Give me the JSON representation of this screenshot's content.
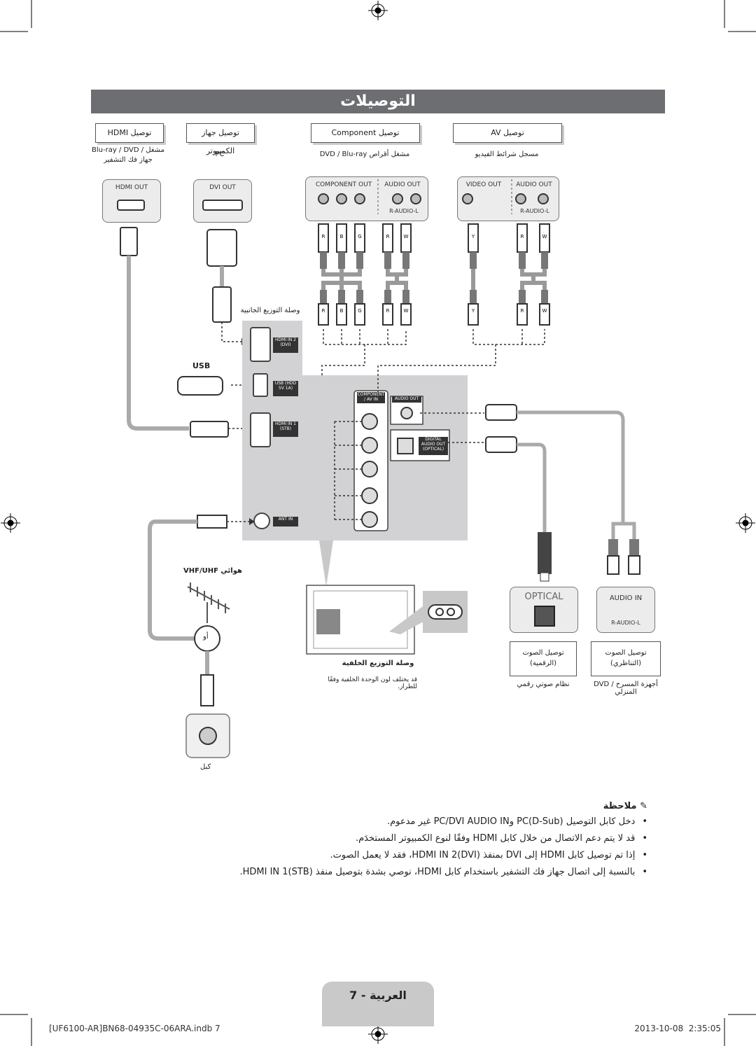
{
  "title": "التوصيلات",
  "top_labels": [
    {
      "label": "HDMI توصيل",
      "sub": "Blu-ray / DVD مشغل / جهاز فك التشفير"
    },
    {
      "label": "توصيل جهاز الكمبيوتر",
      "sub": "PC"
    },
    {
      "label": "Component توصيل",
      "sub": "DVD / Blu-ray مشغل أقراص"
    },
    {
      "label": "AV توصيل",
      "sub": "مسجل شرائط الفيديو"
    }
  ],
  "device_ports": {
    "hdmi_out": "HDMI OUT",
    "dvi_out": "DVI OUT",
    "component_out": "COMPONENT OUT",
    "audio_out": "AUDIO OUT",
    "video_out": "VIDEO OUT",
    "r_audio_l": "R-AUDIO-L"
  },
  "plug_letters": {
    "r": "R",
    "b": "B",
    "g": "G",
    "w": "W",
    "y": "Y"
  },
  "cable_labels": {
    "dvi_cable": "وصلة التوزيع الجانبية",
    "usb": "USB",
    "vhf_uhf": "VHF/UHF هوائي",
    "or": "أو",
    "cable": "كبل",
    "rear_panel": "وصلة التوزيع الخلفية",
    "note_small": "قد يختلف لون الوحدة الخلفية وفقًا للطراز."
  },
  "tv_ports": {
    "hdmi2": "HDMI IN 2 (DVI)",
    "usb": "USB (HDD 5V 1A)",
    "hdmi1": "HDMI IN 1 (STB)",
    "antin": "ANT IN",
    "component": "COMPONENT / AV IN",
    "audio_out": "AUDIO OUT",
    "digital": "DIGITAL AUDIO OUT (OPTICAL)"
  },
  "bottom_devices": {
    "optical": "OPTICAL",
    "audio_in": "AUDIO IN",
    "r_audio_l": "R-AUDIO-L",
    "box1_l1": "توصيل الصوت",
    "box1_l2": "(الرقمية)",
    "box1_sub": "نظام صوتي رقمي",
    "box2_l1": "توصيل الصوت",
    "box2_l2": "(التناظري)",
    "box2_sub": "DVD / أجهزة المسرح المنزلي"
  },
  "notes": {
    "heading": "ملاحظة",
    "items": [
      "دخل كابل التوصيل PC(D-Sub) وPC/DVI AUDIO IN غير مدعوم.",
      "قد لا يتم دعم الاتصال من خلال كابل HDMI وفقًا لنوع الكمبيوتر المستخدَم.",
      "إذا تم توصيل كابل HDMI إلى DVI بمنفذ HDMI IN 2(DVI)، فقد لا يعمل الصوت.",
      "بالنسبة إلى اتصال جهاز فك التشفير باستخدام كابل HDMI، نوصي بشدة بتوصيل منفذ HDMI IN 1(STB)."
    ]
  },
  "page_tab": "العربية - 7",
  "footer": {
    "left": "[UF6100-AR]BN68-04935C-06ARA.indb   7",
    "right": "2013-10-08   ￼ 2:35:05"
  }
}
